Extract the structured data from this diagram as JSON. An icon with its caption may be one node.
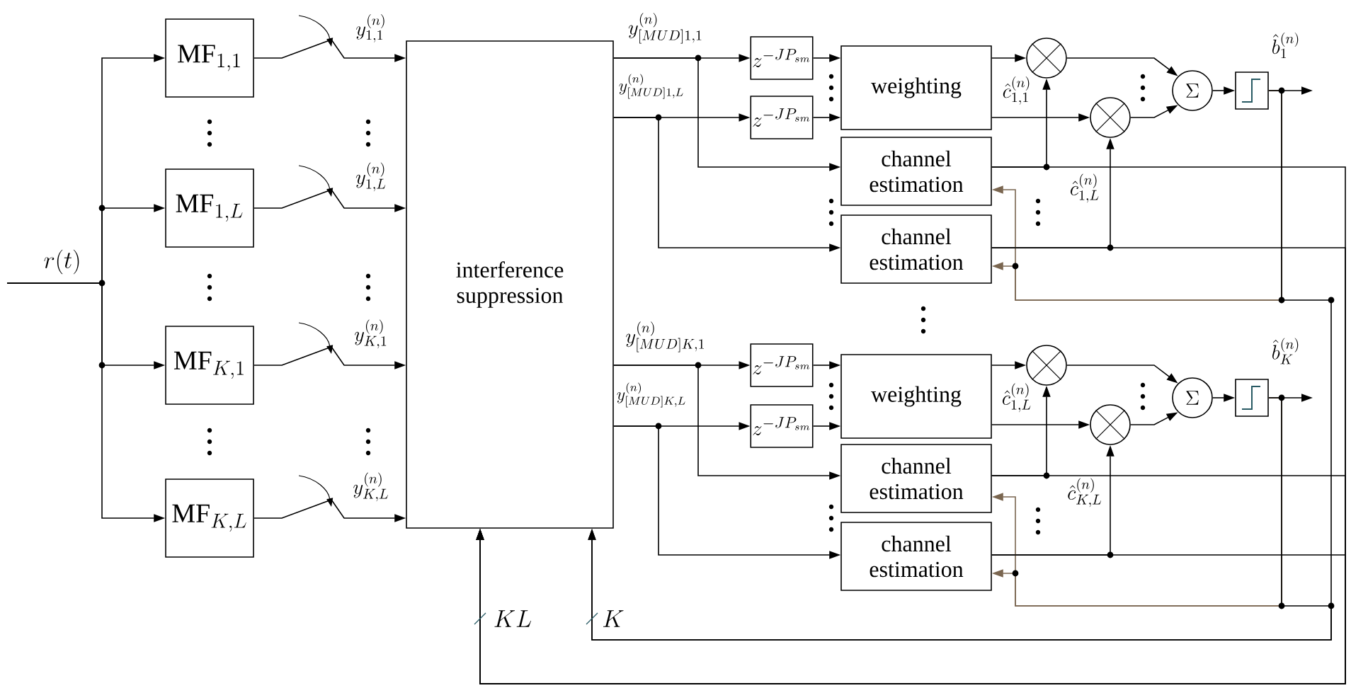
{
  "diagram": {
    "nodes": [
      {
        "text": [
          "\\mathrm{MF}_{1,1}"
        ]
      },
      {
        "text": [
          "\\mathrm{MF}_{1,L}"
        ]
      },
      {
        "text": [
          "\\mathrm{MF}_{K,1}"
        ]
      },
      {
        "text": [
          "\\mathrm{MF}_{K,L}"
        ]
      },
      {
        "text": [
          "interference suppression"
        ]
      },
      {
        "text": [
          "z^{-JP_{sm}}"
        ]
      },
      {
        "text": [
          "z^{-JP_{sm}}"
        ]
      },
      {
        "text": [
          "weighting"
        ]
      },
      {
        "text": [
          "channel estimation"
        ]
      },
      {
        "text": [
          "channel estimation"
        ]
      },
      {
        "text": [],
        "shape": "circle"
      },
      {
        "text": [],
        "shape": "circle"
      },
      {
        "text": [
          "\\Sigma"
        ]
      },
      {
        "text": [],
        "shape": "box"
      },
      {
        "text": [
          "z^{-JP_{sm}}"
        ]
      },
      {
        "text": [
          "z^{-JP_{sm}}"
        ]
      },
      {
        "text": [
          "weighting"
        ]
      },
      {
        "text": [
          "channel estimation"
        ]
      },
      {
        "text": [
          "channel estimation"
        ]
      },
      {
        "text": [],
        "shape": "circle"
      },
      {
        "text": [],
        "shape": "circle"
      },
      {
        "text": [
          "\\Sigma"
        ]
      },
      {
        "text": [],
        "shape": "box"
      }
    ],
    "edges": [
      {
        "from": null,
        "to": 0,
        "arrow": "to"
      },
      {
        "from": null,
        "to": 1,
        "arrow": "to"
      },
      {
        "from": null,
        "to": 2,
        "arrow": "to"
      },
      {
        "from": null,
        "to": 3,
        "arrow": "to"
      },
      {
        "from": 0,
        "to": 4,
        "arrow": "to",
        "label": "y_{1,1}^{(n)}"
      },
      {
        "from": 1,
        "to": 4,
        "arrow": "to",
        "label": "y_{1,L}^{(n)}"
      },
      {
        "from": 2,
        "to": 4,
        "arrow": "to",
        "label": "y_{K,1}^{(n)}"
      },
      {
        "from": 3,
        "to": 4,
        "arrow": "to",
        "label": "y_{K,L}^{(n)}"
      },
      {
        "from": 4,
        "to": 5,
        "arrow": "to",
        "label": "y_{[MUD]1,1}^{(n)}"
      },
      {
        "from": 4,
        "to": 6,
        "arrow": "to",
        "label": "y_{[MUD]1,L}^{(n)}"
      },
      {
        "from": 4,
        "to": 8,
        "arrow": "to"
      },
      {
        "from": 4,
        "to": 9,
        "arrow": "to"
      },
      {
        "from": 5,
        "to": 7,
        "arrow": "to"
      },
      {
        "from": 6,
        "to": 7,
        "arrow": "to"
      },
      {
        "from": 7,
        "to": 10,
        "arrow": "to"
      },
      {
        "from": 7,
        "to": 11,
        "arrow": "to"
      },
      {
        "from": 8,
        "to": 10,
        "arrow": "to",
        "label": "\\hat{c}_{1,1}^{(n)}"
      },
      {
        "from": 9,
        "to": 11,
        "arrow": "to",
        "label": "\\hat{c}_{1,L}^{(n)}"
      },
      {
        "from": 10,
        "to": 12,
        "arrow": "to"
      },
      {
        "from": 11,
        "to": 12,
        "arrow": "to"
      },
      {
        "from": 12,
        "to": 13,
        "arrow": "to"
      },
      {
        "from": 13,
        "to": null,
        "arrow": "to",
        "label": "\\hat{b}_{1}^{(n)}"
      },
      {
        "from": 13,
        "to": 8,
        "arrow": "to",
        "color": "#7a6650"
      },
      {
        "from": 13,
        "to": 9,
        "arrow": "to",
        "color": "#7a6650"
      },
      {
        "from": 13,
        "to": 4,
        "arrow": "to"
      },
      {
        "from": 4,
        "to": 14,
        "arrow": "to",
        "label": "y_{[MUD]K,1}^{(n)}"
      },
      {
        "from": 4,
        "to": 15,
        "arrow": "to",
        "label": "y_{[MUD]K,L}^{(n)}"
      },
      {
        "from": 4,
        "to": 17,
        "arrow": "to"
      },
      {
        "from": 4,
        "to": 18,
        "arrow": "to"
      },
      {
        "from": 14,
        "to": 16,
        "arrow": "to"
      },
      {
        "from": 15,
        "to": 16,
        "arrow": "to"
      },
      {
        "from": 16,
        "to": 19,
        "arrow": "to"
      },
      {
        "from": 16,
        "to": 20,
        "arrow": "to"
      },
      {
        "from": 17,
        "to": 19,
        "arrow": "to",
        "label": "\\hat{c}_{1,L}^{(n)}"
      },
      {
        "from": 18,
        "to": 20,
        "arrow": "to",
        "label": "\\hat{c}_{K,L}^{(n)}"
      },
      {
        "from": 19,
        "to": 21,
        "arrow": "to"
      },
      {
        "from": 20,
        "to": 21,
        "arrow": "to"
      },
      {
        "from": 21,
        "to": 22,
        "arrow": "to"
      },
      {
        "from": 22,
        "to": null,
        "arrow": "to",
        "label": "\\hat{b}_{K}^{(n)}"
      },
      {
        "from": 22,
        "to": 17,
        "arrow": "to",
        "color": "#7a6650"
      },
      {
        "from": 22,
        "to": 18,
        "arrow": "to",
        "color": "#7a6650"
      },
      {
        "from": 22,
        "to": 4,
        "arrow": "to"
      },
      {
        "from": 8,
        "to": 4,
        "arrow": "to"
      },
      {
        "from": 9,
        "to": 4,
        "arrow": "to"
      },
      {
        "from": 17,
        "to": 4,
        "arrow": "to"
      },
      {
        "from": 18,
        "to": 4,
        "arrow": "to"
      }
    ],
    "labels": [
      "r(t)",
      "KL",
      "K"
    ]
  }
}
